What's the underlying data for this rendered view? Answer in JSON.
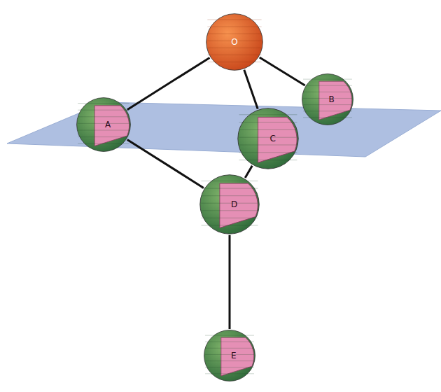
{
  "diagram": {
    "nodes": [
      {
        "text": [
          "O"
        ]
      },
      {
        "text": [
          "A"
        ]
      },
      {
        "text": [
          "B"
        ]
      },
      {
        "text": [
          "C"
        ]
      },
      {
        "text": [
          "D"
        ]
      },
      {
        "text": [
          "E"
        ]
      }
    ],
    "edges": [
      {
        "from": 0,
        "to": 1,
        "arrow": "none"
      },
      {
        "from": 0,
        "to": 3,
        "arrow": "none"
      },
      {
        "from": 0,
        "to": 2,
        "arrow": "none"
      },
      {
        "from": 1,
        "to": 4,
        "arrow": "none"
      },
      {
        "from": 3,
        "to": 4,
        "arrow": "none"
      },
      {
        "from": 4,
        "to": 5,
        "arrow": "none"
      }
    ]
  }
}
